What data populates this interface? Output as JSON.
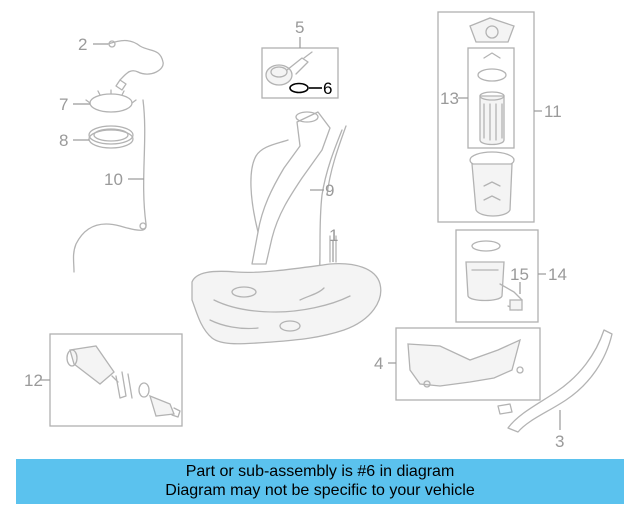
{
  "diagram": {
    "callouts": [
      "1",
      "2",
      "3",
      "4",
      "5",
      "6",
      "7",
      "8",
      "9",
      "10",
      "11",
      "12",
      "13",
      "14",
      "15"
    ],
    "highlighted_part": "6",
    "colors": {
      "highlight": "#000000",
      "muted": "#9a9a9a",
      "banner": "#5bc2ee"
    }
  },
  "banner": {
    "line1": "Part or sub-assembly is #6 in diagram",
    "line2": "Diagram may not be specific to your vehicle"
  }
}
